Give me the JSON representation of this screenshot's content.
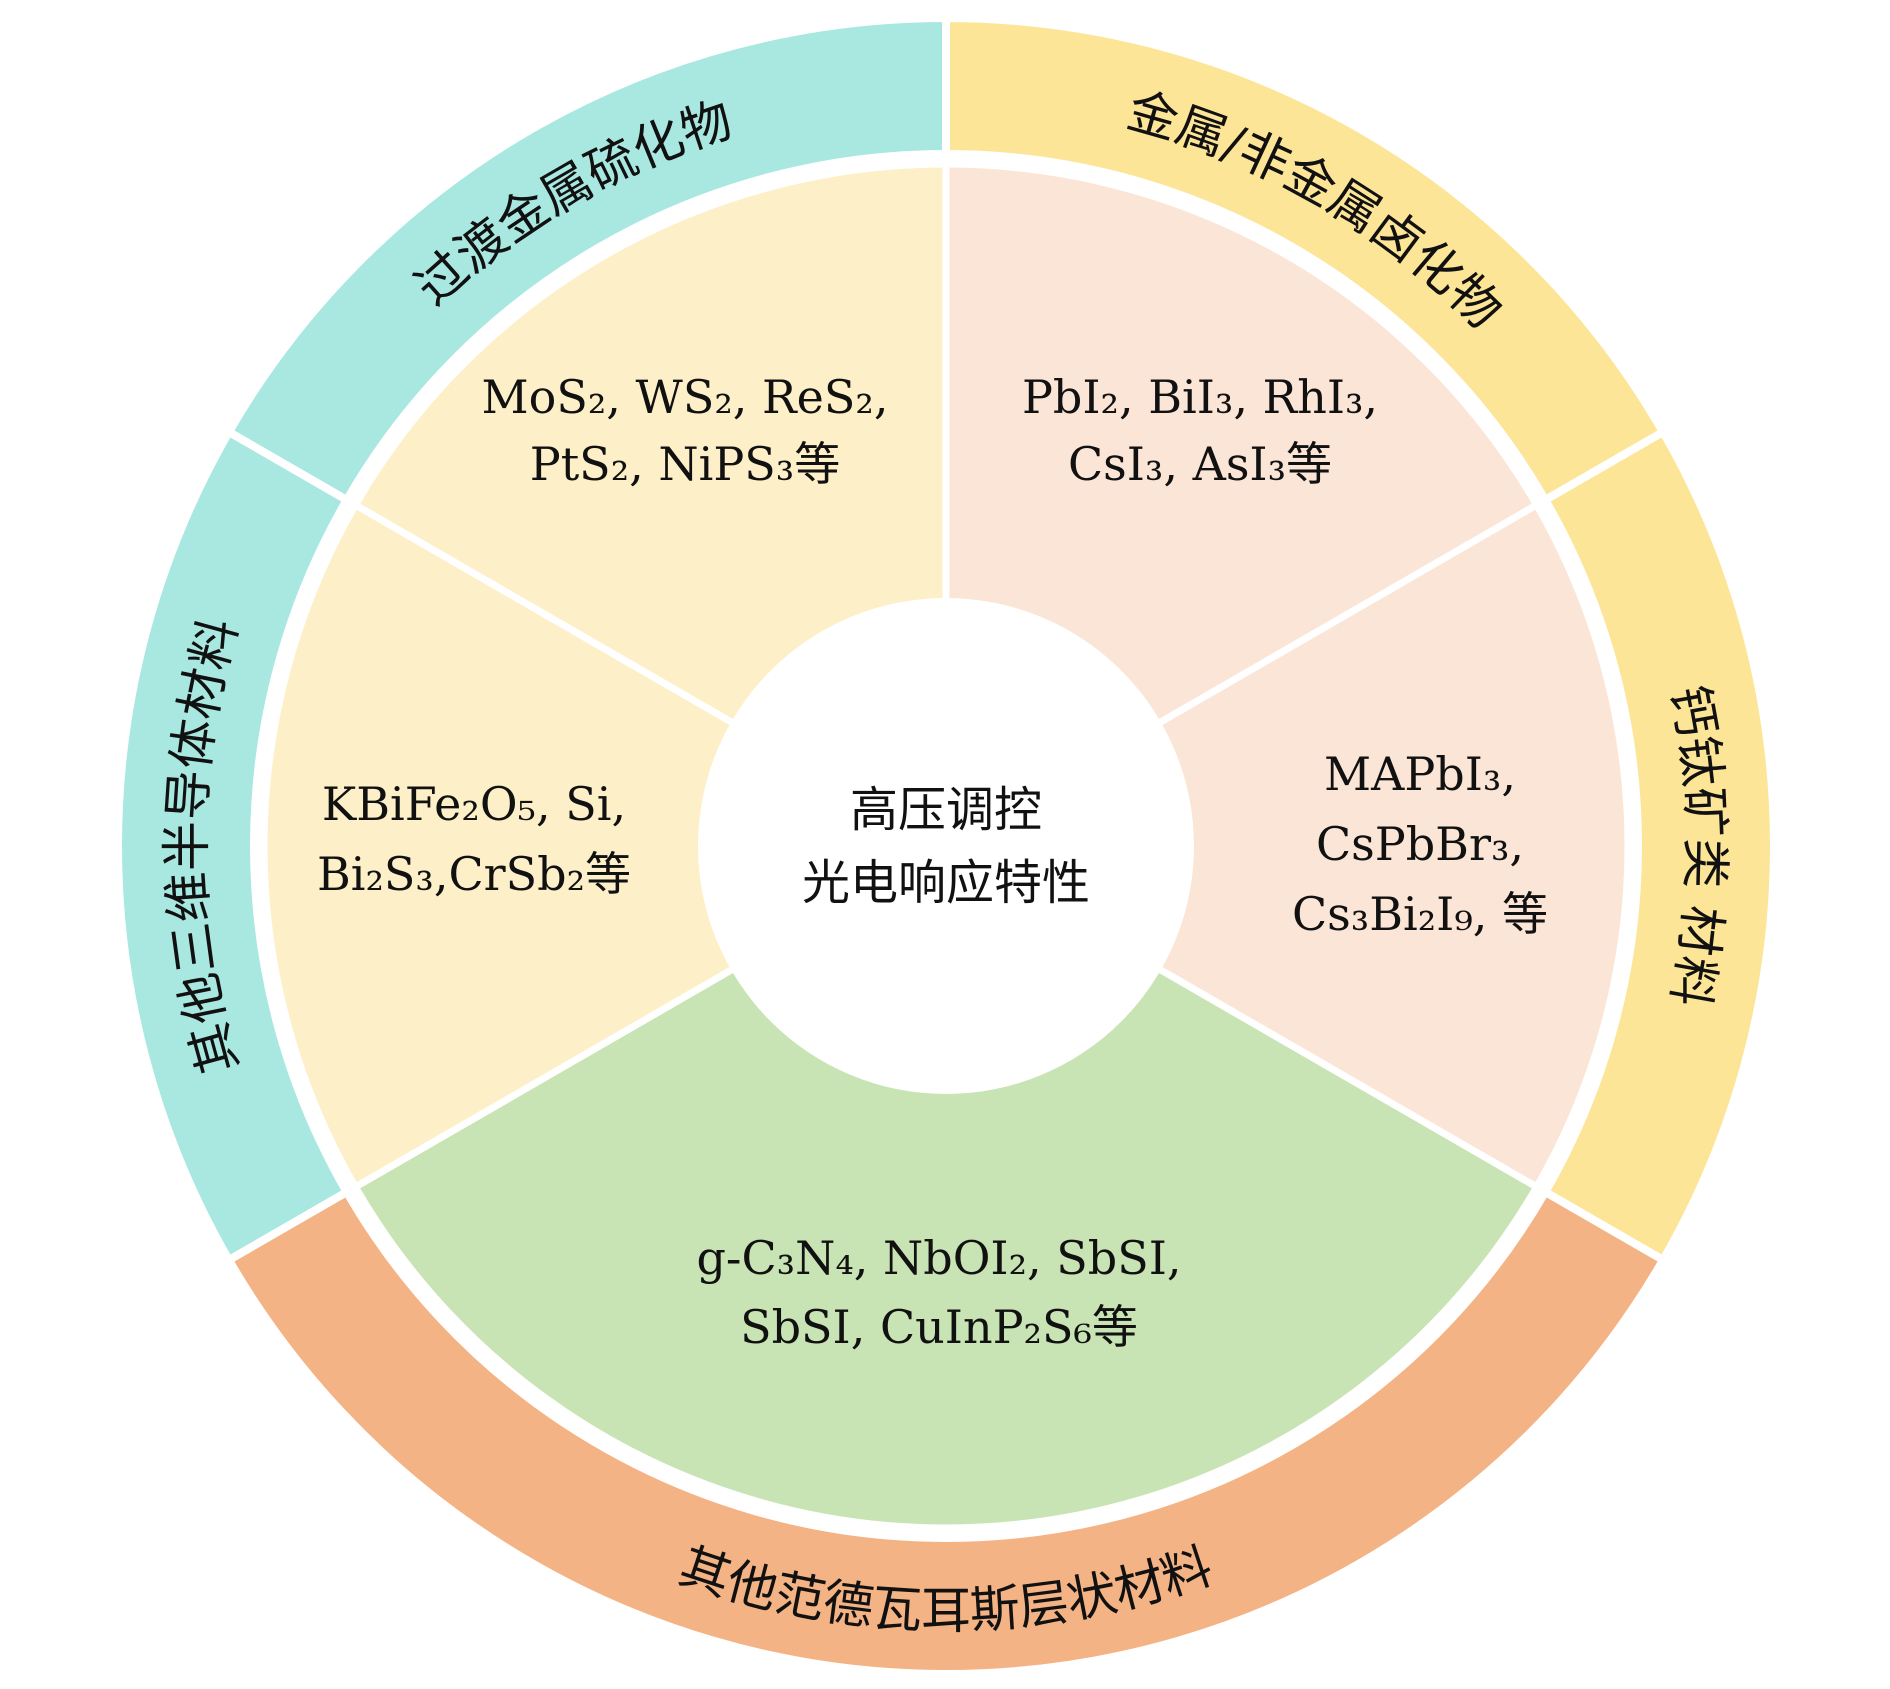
{
  "center": {
    "lines": [
      "高压调控",
      "光电响应特性"
    ]
  },
  "categories": [
    {
      "label": "过渡金属硫化物",
      "ring_color": "#a9e7e1",
      "fill": "#fdf0c9",
      "lines": [
        "MoS₂, WS₂, ReS₂,",
        "PtS₂, NiPS₃等"
      ]
    },
    {
      "label": "金属/非金属卤化物",
      "ring_color": "#fde598",
      "fill": "#fbe5d6",
      "lines": [
        "PbI₂, BiI₃, RhI₃,",
        "CsI₃, AsI₃等"
      ]
    },
    {
      "label": "钙钛矿类 材料",
      "ring_color": "#fde598",
      "fill": "#fbe5d6",
      "lines": [
        "MAPbI₃,",
        "CsPbBr₃,",
        "Cs₃Bi₂I₉, 等"
      ]
    },
    {
      "label": "其他范德瓦耳斯层状材料",
      "ring_color": "#f4b384",
      "fill": "#c9e4b4",
      "lines": [
        "g-C₃N₄, NbOI₂, SbSI,",
        "SbSI, CuInP₂S₆等"
      ]
    },
    {
      "label": "其他三维半导体材料",
      "ring_color": "#a9e7e1",
      "fill": "#fdf0c9",
      "lines": [
        "KBiFe₂O₅, Si,",
        "Bi₂S₃,CrSb₂等"
      ]
    }
  ]
}
